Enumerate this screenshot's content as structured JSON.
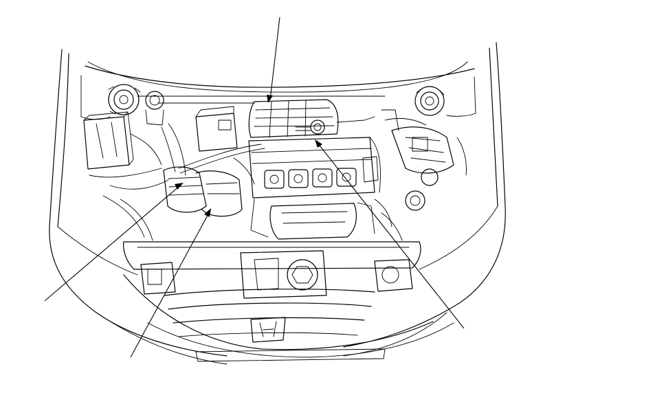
{
  "diagram": {
    "leaders": [
      {
        "id": "leader-top"
      },
      {
        "id": "leader-lower-left-1"
      },
      {
        "id": "leader-lower-left-2"
      },
      {
        "id": "leader-right"
      }
    ]
  },
  "colors": {
    "stroke": "#000000",
    "background": "#ffffff"
  }
}
